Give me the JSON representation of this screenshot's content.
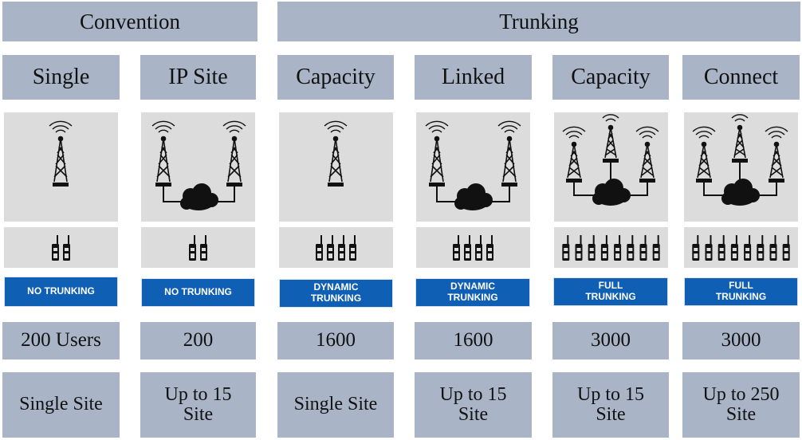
{
  "groups": [
    {
      "label": "Convention"
    },
    {
      "label": "Trunking"
    }
  ],
  "columns": [
    {
      "type": "Single",
      "trunking": "NO TRUNKING",
      "users": "200 Users",
      "site": "Single Site",
      "towers": 1,
      "radios": 2,
      "icons": [
        "tower-icon"
      ]
    },
    {
      "type": "IP Site",
      "trunking": "NO TRUNKING",
      "users": "200",
      "site": "Up to 15 Site",
      "towers": 2,
      "radios": 2,
      "icons": [
        "tower-icon",
        "cloud-icon"
      ]
    },
    {
      "type": "Capacity",
      "trunking": "DYNAMIC TRUNKING",
      "users": "1600",
      "site": "Single Site",
      "towers": 1,
      "radios": 4,
      "icons": [
        "tower-icon"
      ]
    },
    {
      "type": "Linked",
      "trunking": "DYNAMIC TRUNKING",
      "users": "1600",
      "site": "Up to 15 Site",
      "towers": 2,
      "radios": 4,
      "icons": [
        "tower-icon",
        "cloud-icon"
      ]
    },
    {
      "type": "Capacity",
      "trunking": "FULL TRUNKING",
      "users": "3000",
      "site": "Up to 15 Site",
      "towers": 3,
      "radios": 8,
      "icons": [
        "tower-icon",
        "cloud-icon"
      ]
    },
    {
      "type": "Connect",
      "trunking": "FULL TRUNKING",
      "users": "3000",
      "site": "Up to 250 Site",
      "towers": 3,
      "radios": 8,
      "icons": [
        "tower-icon",
        "cloud-icon"
      ]
    }
  ],
  "colors": {
    "header_bg": "#a9b4c7",
    "panel_bg": "#dcdcdc",
    "badge_bg": "#0f5fb5",
    "icon": "#111111"
  }
}
